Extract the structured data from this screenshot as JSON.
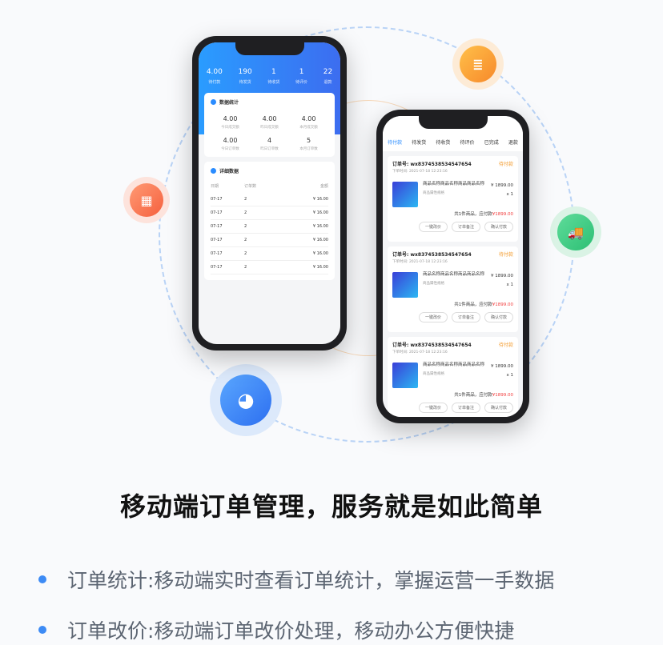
{
  "left_phone": {
    "header": [
      {
        "value": "4.00",
        "label": "待付款"
      },
      {
        "value": "190",
        "label": "待发货"
      },
      {
        "value": "1",
        "label": "待收货"
      },
      {
        "value": "1",
        "label": "待评价"
      },
      {
        "value": "22",
        "label": "退款"
      }
    ],
    "stats_title": "数据统计",
    "stats": [
      {
        "value": "4.00",
        "label": "今日成交额"
      },
      {
        "value": "4.00",
        "label": "昨日成交额"
      },
      {
        "value": "4.00",
        "label": "本月成交额"
      },
      {
        "value": "4.00",
        "label": "今日订单数"
      },
      {
        "value": "4",
        "label": "昨日订单数"
      },
      {
        "value": "5",
        "label": "本月订单数"
      }
    ],
    "detail_title": "详细数据",
    "columns": [
      "日期",
      "订单数",
      "金额"
    ],
    "rows": [
      [
        "07-17",
        "2",
        "¥ 16.00"
      ],
      [
        "07-17",
        "2",
        "¥ 16.00"
      ],
      [
        "07-17",
        "2",
        "¥ 16.00"
      ],
      [
        "07-17",
        "2",
        "¥ 16.00"
      ],
      [
        "07-17",
        "2",
        "¥ 16.00"
      ],
      [
        "07-17",
        "2",
        "¥ 16.00"
      ]
    ]
  },
  "right_phone": {
    "tabs": [
      "待付款",
      "待发货",
      "待收货",
      "待评价",
      "已完成",
      "退款"
    ],
    "active_tab": 0,
    "order": {
      "no": "订单号: wx8374538534547654",
      "status": "待付款",
      "time": "下单时间: 2021-07-18 12:23:16",
      "name": "商品名称商品名称商品商品名称",
      "spec": "商品属性规格",
      "price": "¥ 1899.00",
      "qty": "x 1",
      "total_label": "共1件商品，应付款",
      "total": "¥1899.00",
      "buttons": [
        "一键改价",
        "订单备注",
        "确认付款"
      ]
    },
    "order_count": 3
  },
  "headline": "移动端订单管理，服务就是如此简单",
  "bullets": [
    "订单统计:移动端实时查看订单统计，掌握运营一手数据",
    "订单改价:移动端订单改价处理，移动办公方便快捷"
  ],
  "colors": {
    "accent": "#3d8bf5",
    "orange": "#f39a2b",
    "price_red": "#f23c3c"
  },
  "icons": [
    "document-icon",
    "qrcode-icon",
    "truck-icon",
    "pie-chart-icon"
  ]
}
